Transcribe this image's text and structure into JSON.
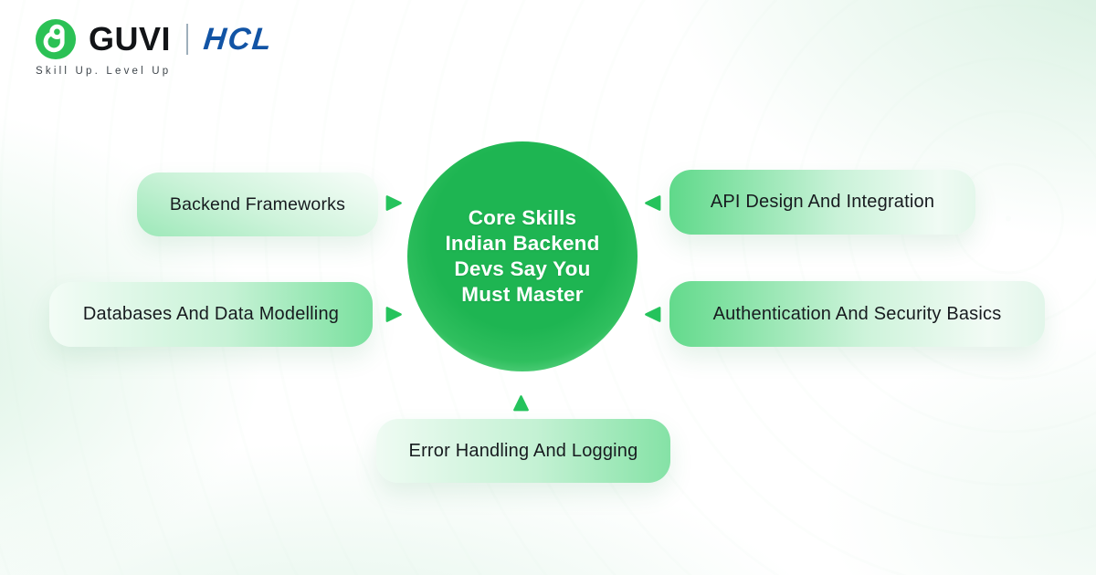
{
  "brand": {
    "guvi_wordmark": "GUVI",
    "hcl_wordmark": "HCL",
    "tagline": "Skill Up. Level Up",
    "guvi_green": "#2BC155",
    "hcl_blue": "#1254A5"
  },
  "diagram": {
    "center": {
      "lines": [
        "Core Skills",
        "Indian Backend",
        "Devs Say You",
        "Must Master"
      ],
      "circle_green": "#1EB552",
      "text_color": "#FFFFFF"
    },
    "nodes": [
      {
        "id": "backend-frameworks",
        "label": "Backend Frameworks",
        "position": "upper-left",
        "arrow_direction": "right"
      },
      {
        "id": "databases-data-modelling",
        "label": "Databases And Data Modelling",
        "position": "mid-left",
        "arrow_direction": "right"
      },
      {
        "id": "api-design-integration",
        "label": "API Design And Integration",
        "position": "upper-right",
        "arrow_direction": "left"
      },
      {
        "id": "authentication-security",
        "label": "Authentication And Security Basics",
        "position": "mid-right",
        "arrow_direction": "left"
      },
      {
        "id": "error-handling-logging",
        "label": "Error Handling And Logging",
        "position": "bottom-center",
        "arrow_direction": "up"
      }
    ],
    "colors": {
      "accent_green": "#25C35C",
      "pill_light": "#F3FCF6",
      "pill_green": "#6BDC93",
      "pill_text": "#171B1F",
      "background_tint": "#DDF2E5"
    }
  }
}
